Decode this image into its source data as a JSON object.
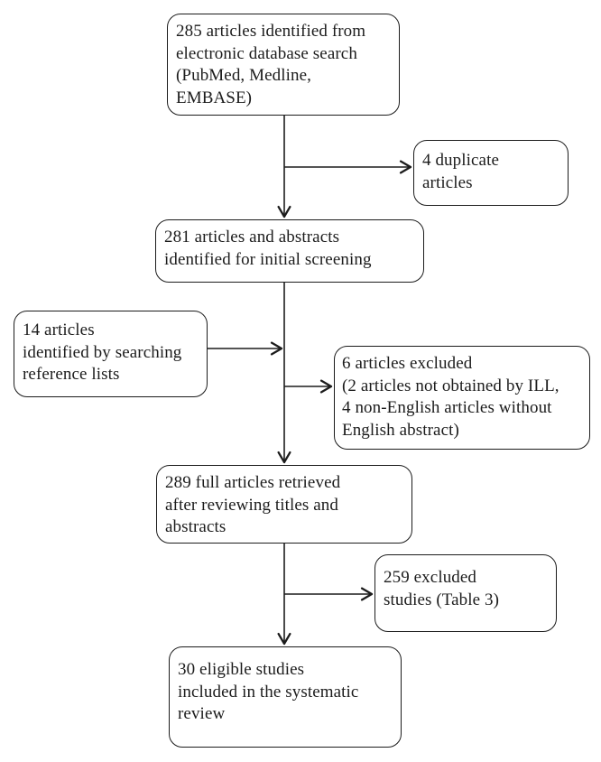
{
  "diagram": {
    "type": "flowchart",
    "nodes": {
      "identified": {
        "label": "285 articles identified from\nelectronic database search\n(PubMed, Medline,\nEMBASE)"
      },
      "duplicates": {
        "label": "4 duplicate\narticles"
      },
      "screening": {
        "label": "281 articles and abstracts\nidentified for initial screening"
      },
      "reference_lists": {
        "label": "14 articles\nidentified by searching\nreference lists"
      },
      "excluded_initial": {
        "label": "6 articles excluded\n(2 articles not obtained by ILL,\n4 non-English articles without\nEnglish abstract)"
      },
      "retrieved": {
        "label": "289 full articles retrieved\nafter reviewing titles and\nabstracts"
      },
      "excluded_full": {
        "label": "259 excluded\nstudies (Table 3)"
      },
      "eligible": {
        "label": "30 eligible studies\nincluded in the systematic\nreview"
      }
    },
    "edges": [
      {
        "from": "identified",
        "to": "duplicates"
      },
      {
        "from": "identified",
        "to": "screening"
      },
      {
        "from": "screening",
        "to": "excluded_initial"
      },
      {
        "from": "reference_lists",
        "to": "retrieved"
      },
      {
        "from": "screening",
        "to": "retrieved"
      },
      {
        "from": "retrieved",
        "to": "excluded_full"
      },
      {
        "from": "retrieved",
        "to": "eligible"
      }
    ],
    "colors": {
      "line": "#1c1c1c",
      "background": "#ffffff"
    }
  }
}
